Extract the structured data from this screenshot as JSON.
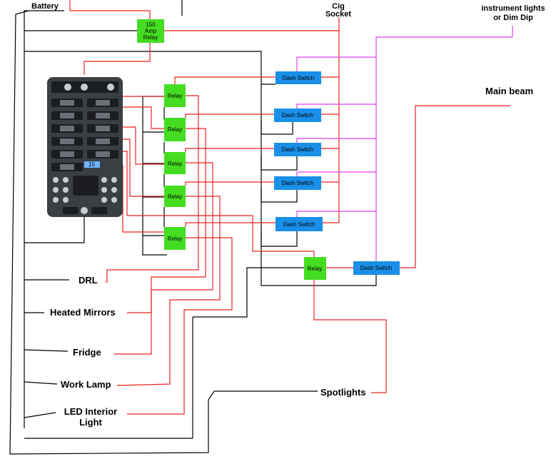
{
  "labels": {
    "battery": "Battery",
    "main_relay_line1": "150",
    "main_relay_line2": "Amp",
    "main_relay_line3": "Relay",
    "cig_line1": "Cig",
    "cig_line2": "Socket",
    "instrument_line1": "instrument lights",
    "instrument_line2": "or Dim Dip",
    "main_beam": "Main beam",
    "drl": "DRL",
    "heated_mirrors": "Heated Mirrors",
    "fridge": "Fridge",
    "work_lamp": "Work Lamp",
    "led_line1": "LED Interior",
    "led_line2": "Light",
    "spotlights": "Spotlights",
    "fuse_label": "15"
  },
  "relays": [
    {
      "label": "Relay"
    },
    {
      "label": "Relay"
    },
    {
      "label": "Relay"
    },
    {
      "label": "Relay"
    },
    {
      "label": "Relay"
    },
    {
      "label": "Relay"
    }
  ],
  "dash_switches": [
    {
      "label": "Dash Switch"
    },
    {
      "label": "Dash Switch"
    },
    {
      "label": "Dash Switch"
    },
    {
      "label": "Dash Switch"
    },
    {
      "label": "Dash Switch"
    },
    {
      "label": "Dash Switch"
    }
  ],
  "colors": {
    "wire_power": "#ee2222",
    "wire_ground": "#000000",
    "wire_dimmer": "#e040f0",
    "relay": "#44dd22",
    "dash_switch": "#1a8fe8",
    "fuse_box": "#3a3f44"
  },
  "icons": {
    "fuse_box": "fuse-box-icon"
  }
}
